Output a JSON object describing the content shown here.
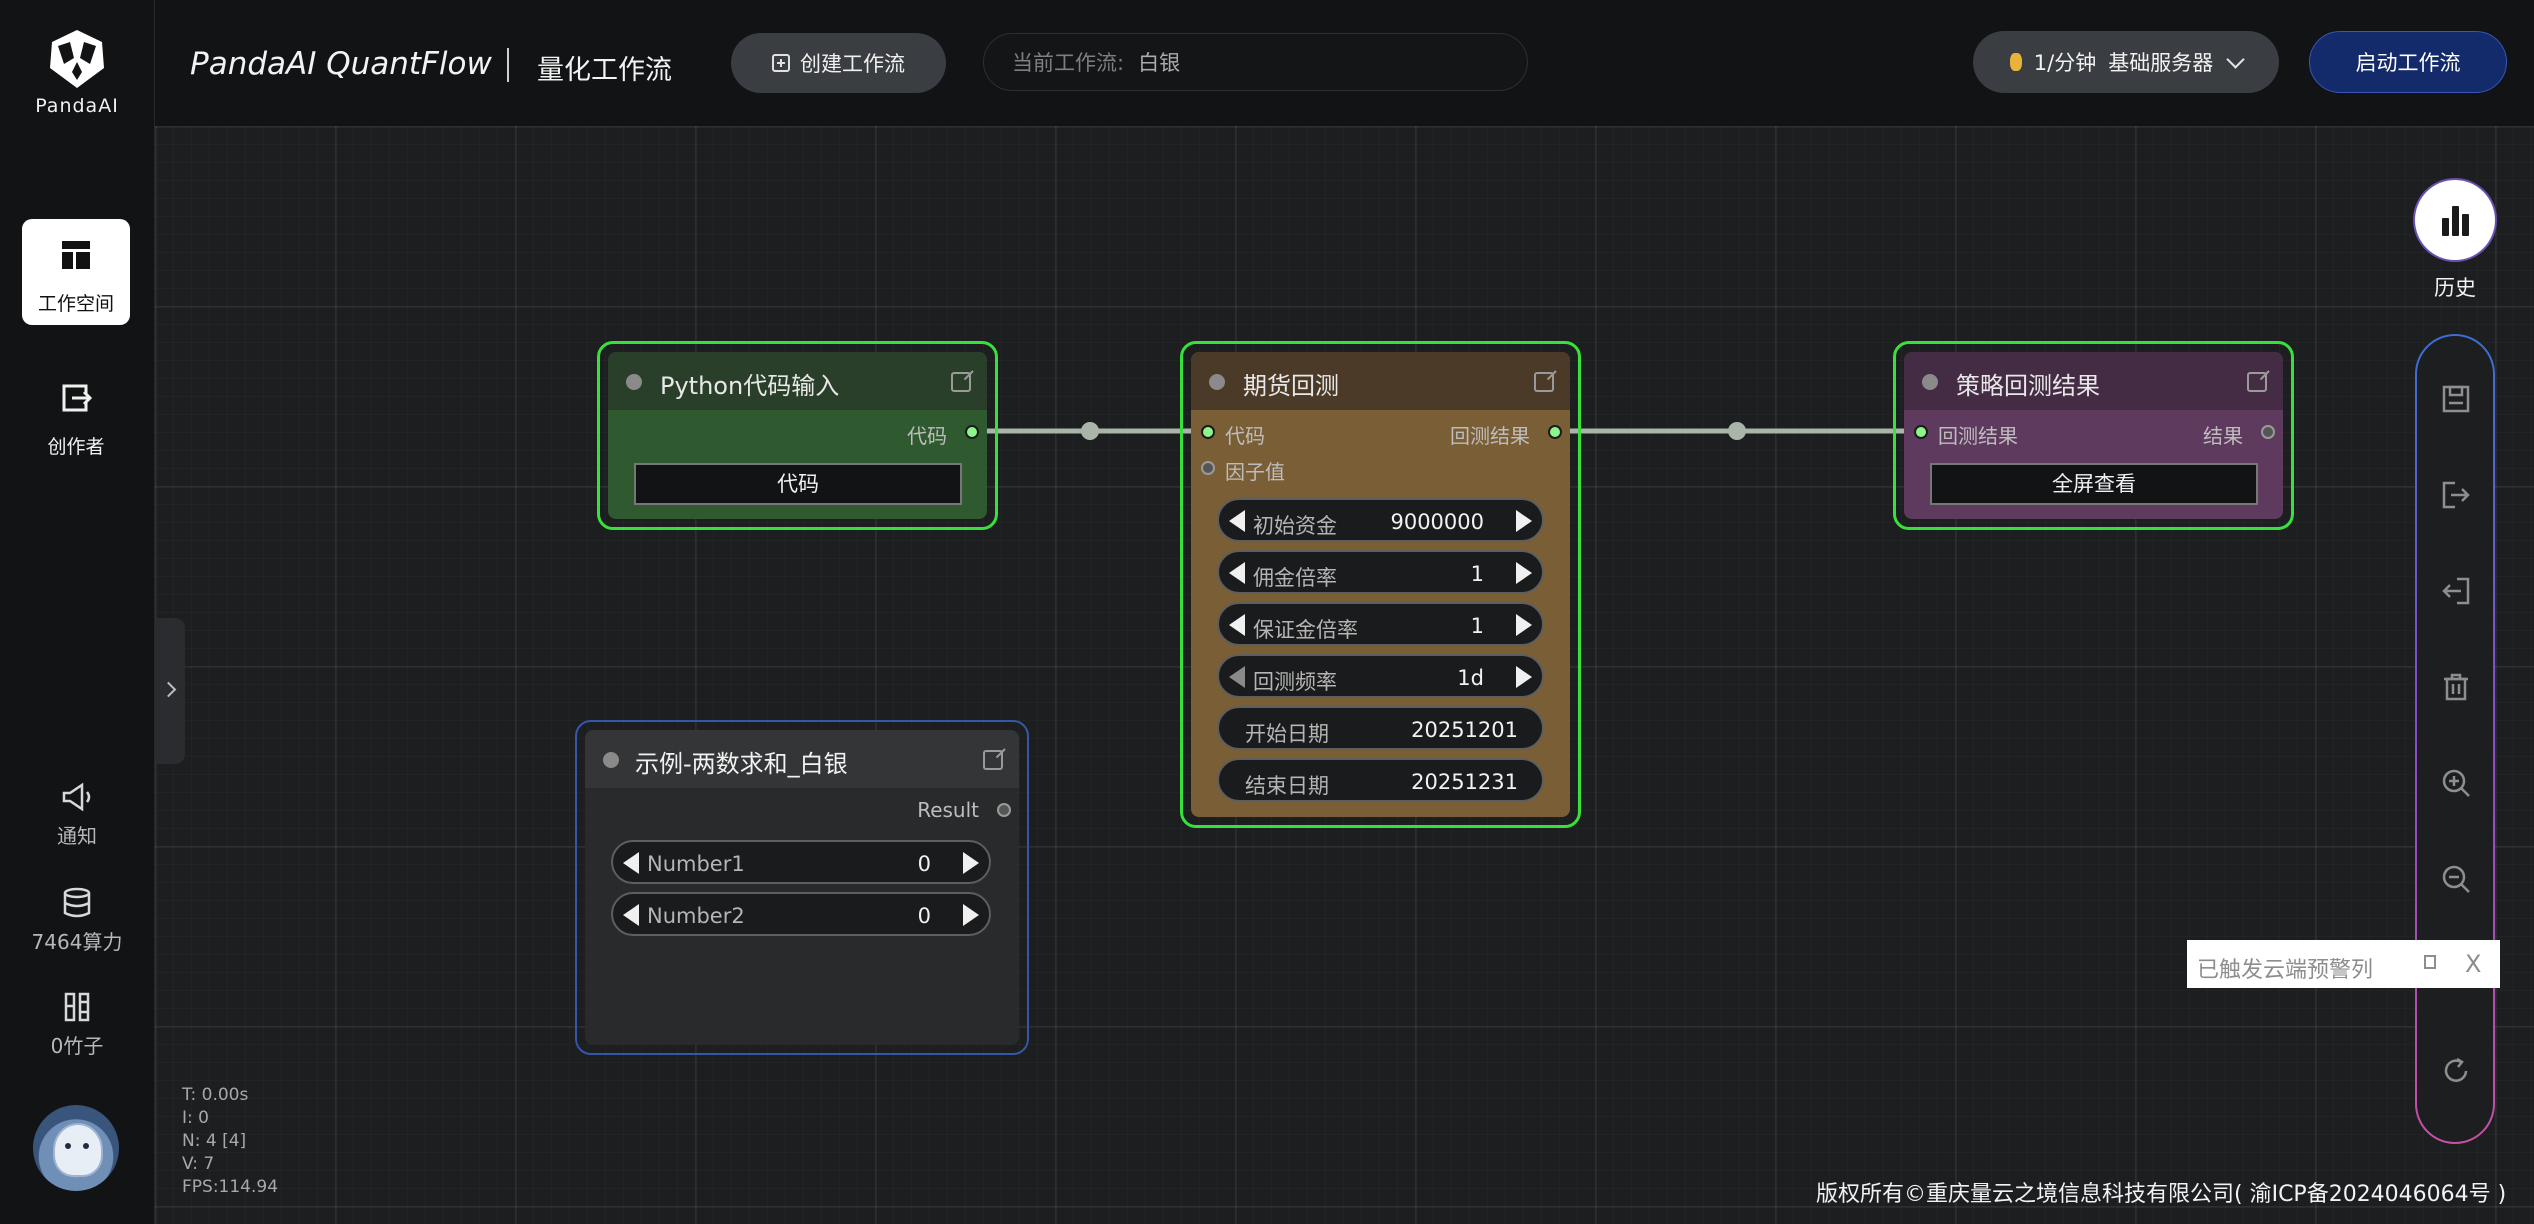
{
  "brand": {
    "logo_text": "PandaAI"
  },
  "sidebar": {
    "items": [
      {
        "label": "工作空间",
        "icon": "workspace-icon",
        "active": true
      },
      {
        "label": "创作者",
        "icon": "creator-icon",
        "active": false
      }
    ],
    "stats": [
      {
        "label": "通知",
        "icon": "megaphone-icon"
      },
      {
        "label": "7464算力",
        "icon": "database-icon"
      },
      {
        "label": "0竹子",
        "icon": "bamboo-icon"
      }
    ]
  },
  "header": {
    "title": "PandaAI QuantFlow",
    "subtitle": "量化工作流",
    "create_button": "创建工作流",
    "current_workflow_label": "当前工作流:",
    "current_workflow_value": "白银",
    "rate": "1/分钟",
    "server": "基础服务器",
    "start_button": "启动工作流"
  },
  "nodes": {
    "python": {
      "title": "Python代码输入",
      "output": "代码",
      "button": "代码"
    },
    "futures": {
      "title": "期货回测",
      "inputs": [
        "代码",
        "因子值"
      ],
      "output": "回测结果",
      "widgets": [
        {
          "label": "初始资金",
          "value": "9000000"
        },
        {
          "label": "佣金倍率",
          "value": "1"
        },
        {
          "label": "保证金倍率",
          "value": "1"
        },
        {
          "label": "回测频率",
          "value": "1d"
        },
        {
          "label": "开始日期",
          "value": "20251201"
        },
        {
          "label": "结束日期",
          "value": "20251231"
        }
      ]
    },
    "result": {
      "title": "策略回测结果",
      "input": "回测结果",
      "output": "结果",
      "button": "全屏查看"
    },
    "example": {
      "title": "示例-两数求和_白银",
      "output": "Result",
      "widgets": [
        {
          "label": "Number1",
          "value": "0"
        },
        {
          "label": "Number2",
          "value": "0"
        }
      ]
    }
  },
  "toolbar": {
    "history_label": "历史",
    "tools": [
      "save-icon",
      "export-icon",
      "import-icon",
      "trash-icon",
      "zoom-in-icon",
      "zoom-out-icon",
      "refresh-icon"
    ]
  },
  "toast": {
    "text": "已触发云端预警列",
    "close": "X"
  },
  "stats": {
    "t": "T: 0.00s",
    "i": "I: 0",
    "n": "N: 4 [4]",
    "v": "V: 7",
    "fps": "FPS:114.94"
  },
  "footer": {
    "copyright": "版权所有©重庆量云之境信息科技有限公司( 渝ICP备2024046064号 )"
  },
  "colors": {
    "selected_border": "#37e03a",
    "python_node": "#2f5a2f",
    "futures_node": "#7a5e36",
    "result_node": "#5f3a5f",
    "start_button": "#142b6b"
  }
}
